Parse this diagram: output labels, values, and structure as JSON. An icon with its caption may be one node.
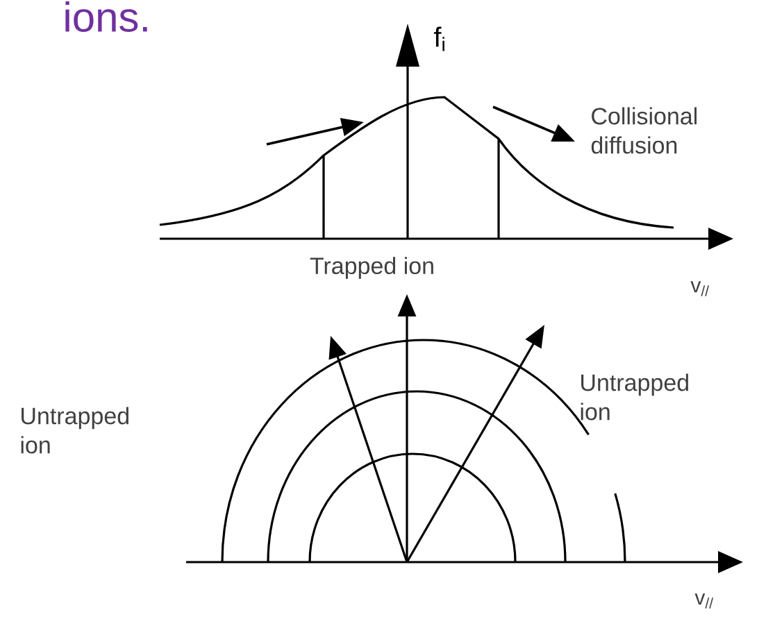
{
  "diagram": {
    "labels": [
      "ions.",
      "f$_{i}$",
      "Collisional diffusion",
      "Trapped ion",
      "v$_{//}$",
      "Untrapped ion",
      "Untrapped ion",
      "v$_{//}$"
    ]
  }
}
